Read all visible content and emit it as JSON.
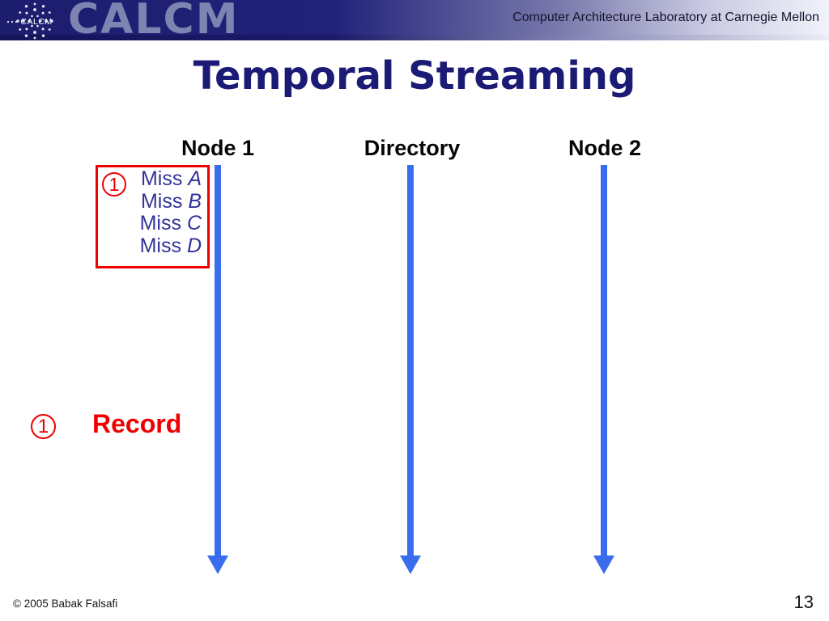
{
  "header": {
    "logo_text": "CALCM",
    "watermark_text": "CALCM",
    "org_label": "Computer Architecture Laboratory at Carnegie Mellon"
  },
  "slide": {
    "title": "Temporal Streaming"
  },
  "diagram": {
    "columns": [
      {
        "label": "Node 1"
      },
      {
        "label": "Directory"
      },
      {
        "label": "Node 2"
      }
    ],
    "miss_box": {
      "step_marker": "1",
      "items": [
        {
          "prefix": "Miss",
          "variable": "A"
        },
        {
          "prefix": "Miss",
          "variable": "B"
        },
        {
          "prefix": "Miss",
          "variable": "C"
        },
        {
          "prefix": "Miss",
          "variable": "D"
        }
      ]
    },
    "record_step": {
      "step_marker": "1",
      "label": "Record"
    }
  },
  "footer": {
    "copyright": "© 2005 Babak Falsafi",
    "page_number": "13"
  },
  "colors": {
    "title-navy": "#1B1B76",
    "miss-navy": "#333399",
    "accent-red": "#EE0000",
    "arrow-blue": "#3A6CEE",
    "band-navy": "#1D1D6E"
  }
}
